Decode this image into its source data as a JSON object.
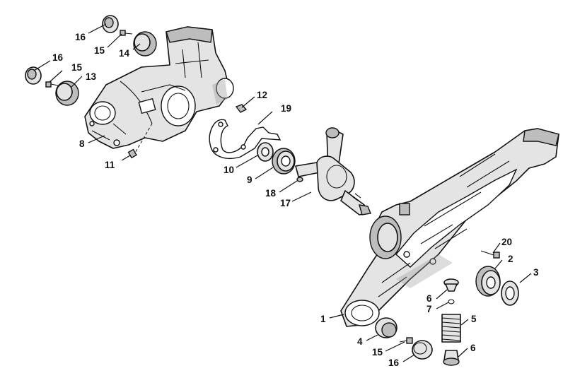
{
  "callouts": {
    "p1": "1",
    "p2": "2",
    "p3": "3",
    "p4": "4",
    "p5": "5",
    "p6a": "6",
    "p6b": "6",
    "p7": "7",
    "p8": "8",
    "p9": "9",
    "p10": "10",
    "p11": "11",
    "p12": "12",
    "p13": "13",
    "p14": "14",
    "p15a": "15",
    "p15b": "15",
    "p15c": "15",
    "p16a": "16",
    "p16b": "16",
    "p16c": "16",
    "p17": "17",
    "p18": "18",
    "p19": "19",
    "p20": "20"
  }
}
